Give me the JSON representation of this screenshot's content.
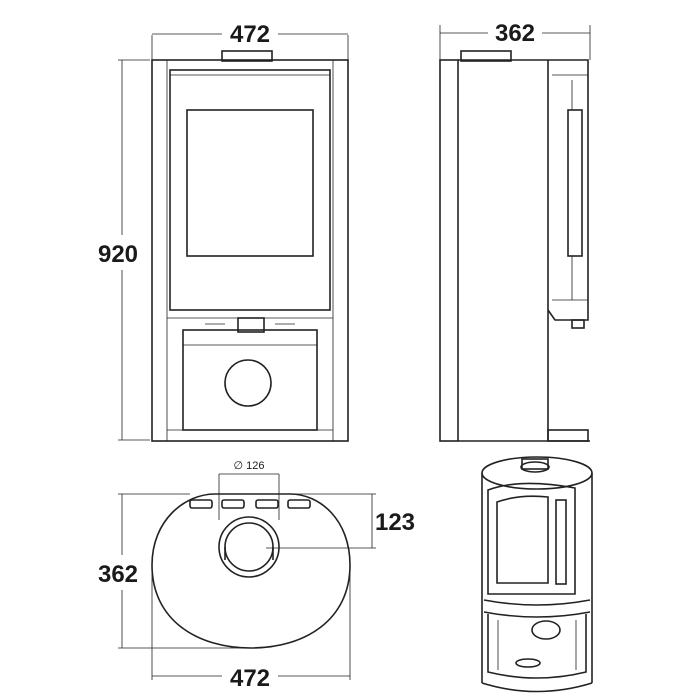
{
  "front_view": {
    "width_label": "472",
    "height_label": "920"
  },
  "side_view": {
    "depth_label": "362"
  },
  "top_view": {
    "flue_diameter_label": "∅ 126",
    "flue_offset_label": "123",
    "depth_label": "362",
    "width_label": "472"
  },
  "colors": {
    "line": "#222222",
    "background": "#ffffff"
  }
}
